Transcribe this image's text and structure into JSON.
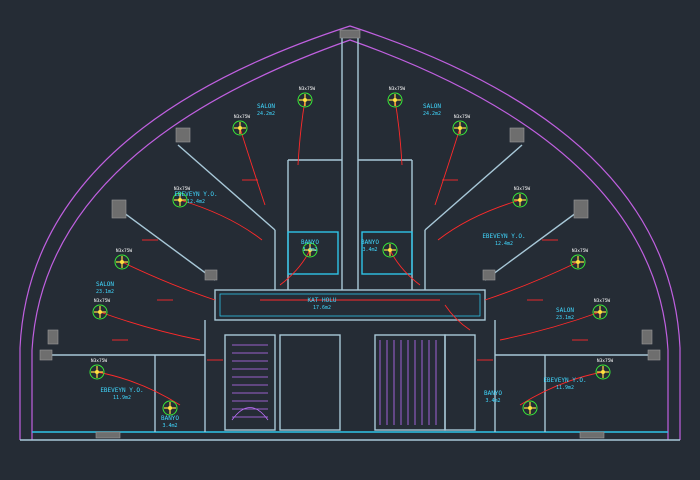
{
  "colors": {
    "background": "#252c35",
    "outer_boundary": "#c060e0",
    "walls": "#a8c8d8",
    "inner_walls": "#2ec4e8",
    "circuits": "#ff2a2a",
    "fixtures": "#ffe040",
    "fixture_ring": "#38e838",
    "labels_cyan": "#40d8ff",
    "labels_white": "#ffffff",
    "stair": "#c070ff",
    "columns": "#8a8a8a"
  },
  "rooms": [
    {
      "name": "SALON",
      "area": "24.2m2"
    },
    {
      "name": "SALON",
      "area": "24.2m2"
    },
    {
      "name": "EBEVEYN Y.O.",
      "area": "12.4m2"
    },
    {
      "name": "EBEVEYN Y.O.",
      "area": "12.4m2"
    },
    {
      "name": "SALON",
      "area": "23.1m2"
    },
    {
      "name": "SALON",
      "area": "23.1m2"
    },
    {
      "name": "EBEVEYN Y.O.",
      "area": "11.9m2"
    },
    {
      "name": "EBEVEYN Y.O.",
      "area": "11.9m2"
    },
    {
      "name": "BANYO",
      "area": "3.4m2"
    },
    {
      "name": "BANYO",
      "area": "3.4m2"
    },
    {
      "name": "BANYO",
      "area": "3.4m2"
    },
    {
      "name": "BANYO",
      "area": "3.4m2"
    },
    {
      "name": "KAT HOLU",
      "area": "17.6m2"
    }
  ],
  "fixture_tag": "N3x75W"
}
